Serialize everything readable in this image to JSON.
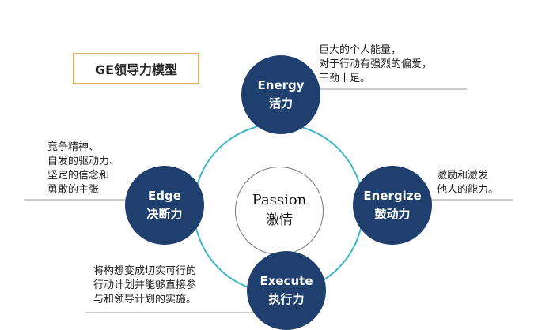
{
  "title": "GE领导力模型",
  "center": {
    "en": "Passion",
    "zh": "激情"
  },
  "nodes": {
    "energy": {
      "en": "Energy",
      "zh": "活力"
    },
    "edge": {
      "en": "Edge",
      "zh": "决断力"
    },
    "energize": {
      "en": "Energize",
      "zh": "鼓动力"
    },
    "execute": {
      "en": "Execute",
      "zh": "执行力"
    }
  },
  "descriptions": {
    "energy": [
      "巨大的个人能量，",
      "对于行动有强烈的偏爱，",
      "干劲十足。"
    ],
    "edge": [
      "竞争精神、",
      "自发的驱动力、",
      "坚定的信念和",
      "勇敢的主张"
    ],
    "energize": [
      "激励和激发",
      "他人的能力。"
    ],
    "execute": [
      "将构想变成切实可行的",
      "行动计划并能够直接参",
      "与和领导计划的实施。"
    ]
  },
  "colors": {
    "node_fill": "#1f3f6e",
    "ring": "#3bb7c9",
    "title_border": "#e2ac6b",
    "connector": "#999999"
  }
}
